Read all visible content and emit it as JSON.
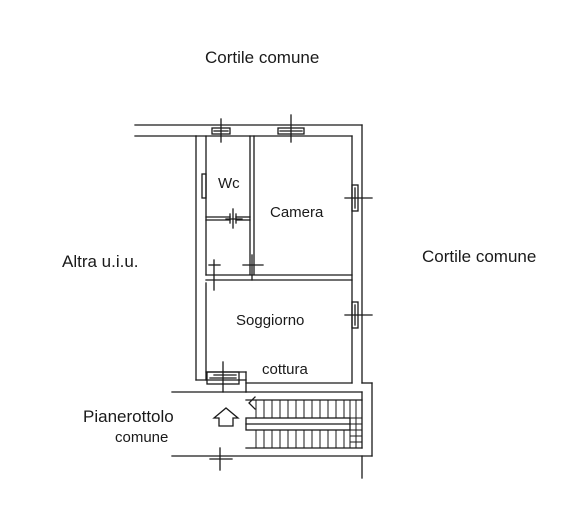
{
  "labels": {
    "cortile_top": "Cortile comune",
    "cortile_right": "Cortile comune",
    "altra_uiu": "Altra u.i.u.",
    "pianerottolo": "Pianerottolo",
    "pianerottolo_sub": "comune"
  },
  "rooms": {
    "wc": "Wc",
    "camera": "Camera",
    "soggiorno": "Soggiorno",
    "cottura": "cottura"
  },
  "colors": {
    "line": "#1a1a1a",
    "background": "#ffffff"
  }
}
